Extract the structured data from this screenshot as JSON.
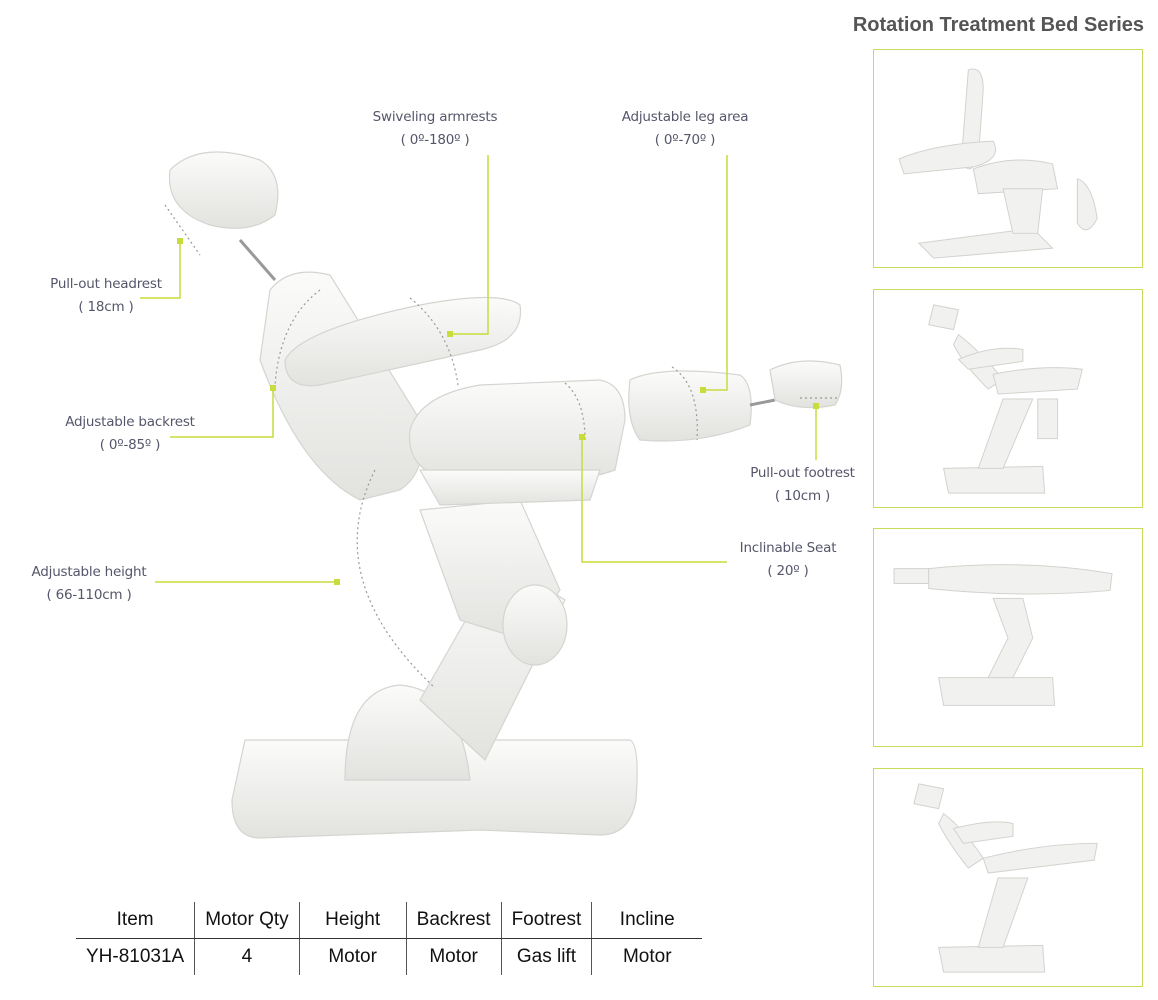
{
  "series_title": "Rotation Treatment Bed Series",
  "colors": {
    "accent": "#c8dc3c",
    "text": "#55566a",
    "chair": "#f2f2f0"
  },
  "callouts": {
    "headrest": {
      "title": "Pull-out headrest",
      "value": "( 18cm )"
    },
    "armrests": {
      "title": "Swiveling armrests",
      "value": "( 0º-180º )"
    },
    "leg_area": {
      "title": "Adjustable leg area",
      "value": "( 0º-70º )"
    },
    "backrest": {
      "title": "Adjustable backrest",
      "value": "( 0º-85º )"
    },
    "height": {
      "title": "Adjustable height",
      "value": "( 66-110cm )"
    },
    "footrest": {
      "title": "Pull-out footrest",
      "value": "( 10cm )"
    },
    "seat": {
      "title": "Inclinable Seat",
      "value": "( 20º )"
    }
  },
  "table": {
    "headers": [
      "Item",
      "Motor Qty",
      "Height",
      "Backrest",
      "Footrest",
      "Incline"
    ],
    "row": [
      "YH-81031A",
      "4",
      "Motor",
      "Motor",
      "Gas lift",
      "Motor"
    ]
  }
}
